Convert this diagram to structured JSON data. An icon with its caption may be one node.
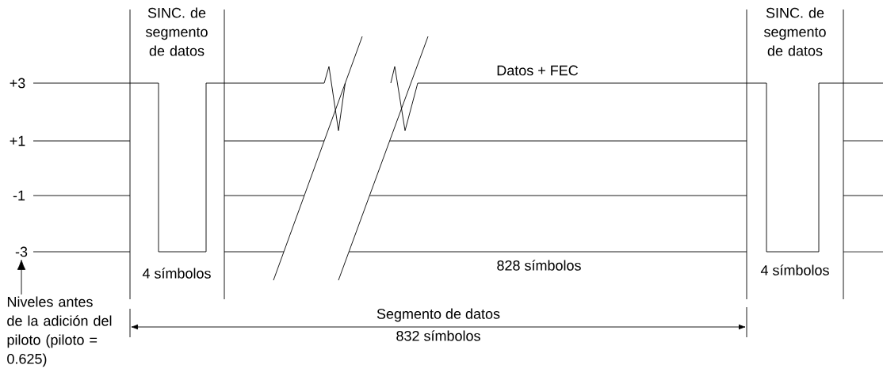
{
  "diagram": {
    "nodes": [
      {
        "text": [
          "-3"
        ]
      },
      {
        "text": [
          "Niveles antes de la adición del piloto (piloto = 0.625)"
        ]
      }
    ],
    "edges": [
      {
        "from": 1,
        "to": 0,
        "arrow": "to"
      }
    ],
    "labels": [
      "SINC. de segmento de datos",
      "SINC. de segmento de datos",
      "Datos + FEC",
      "+3",
      "+1",
      "-1",
      "4 símbolos",
      "828 símbolos",
      "4 símbolos",
      "Segmento de datos",
      "832 símbolos"
    ]
  }
}
